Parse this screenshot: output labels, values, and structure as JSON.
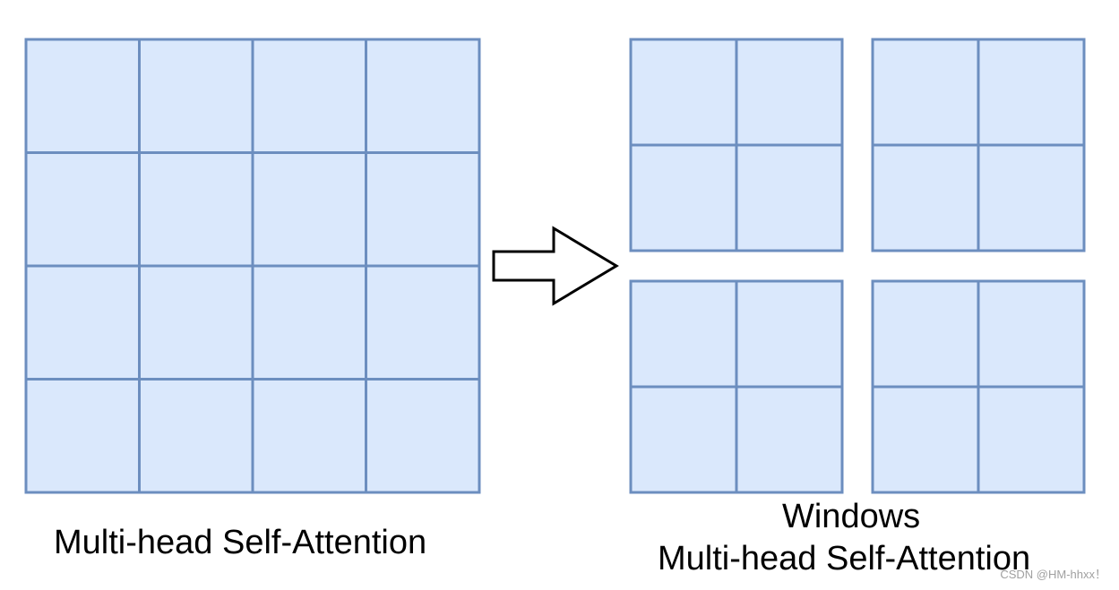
{
  "colors": {
    "cell_fill": "#dae8fc",
    "cell_stroke": "#6c8ebf",
    "arrow_fill": "#ffffff",
    "arrow_stroke": "#000000",
    "text": "#000000"
  },
  "left_grid": {
    "rows": 4,
    "cols": 4,
    "caption": "Multi-head Self-Attention"
  },
  "windows": {
    "count": 4,
    "rows_per_window": 2,
    "cols_per_window": 2,
    "caption_line1": "Windows",
    "caption_line2": "Multi-head Self-Attention"
  },
  "watermark": "CSDN @HM-hhxx！"
}
